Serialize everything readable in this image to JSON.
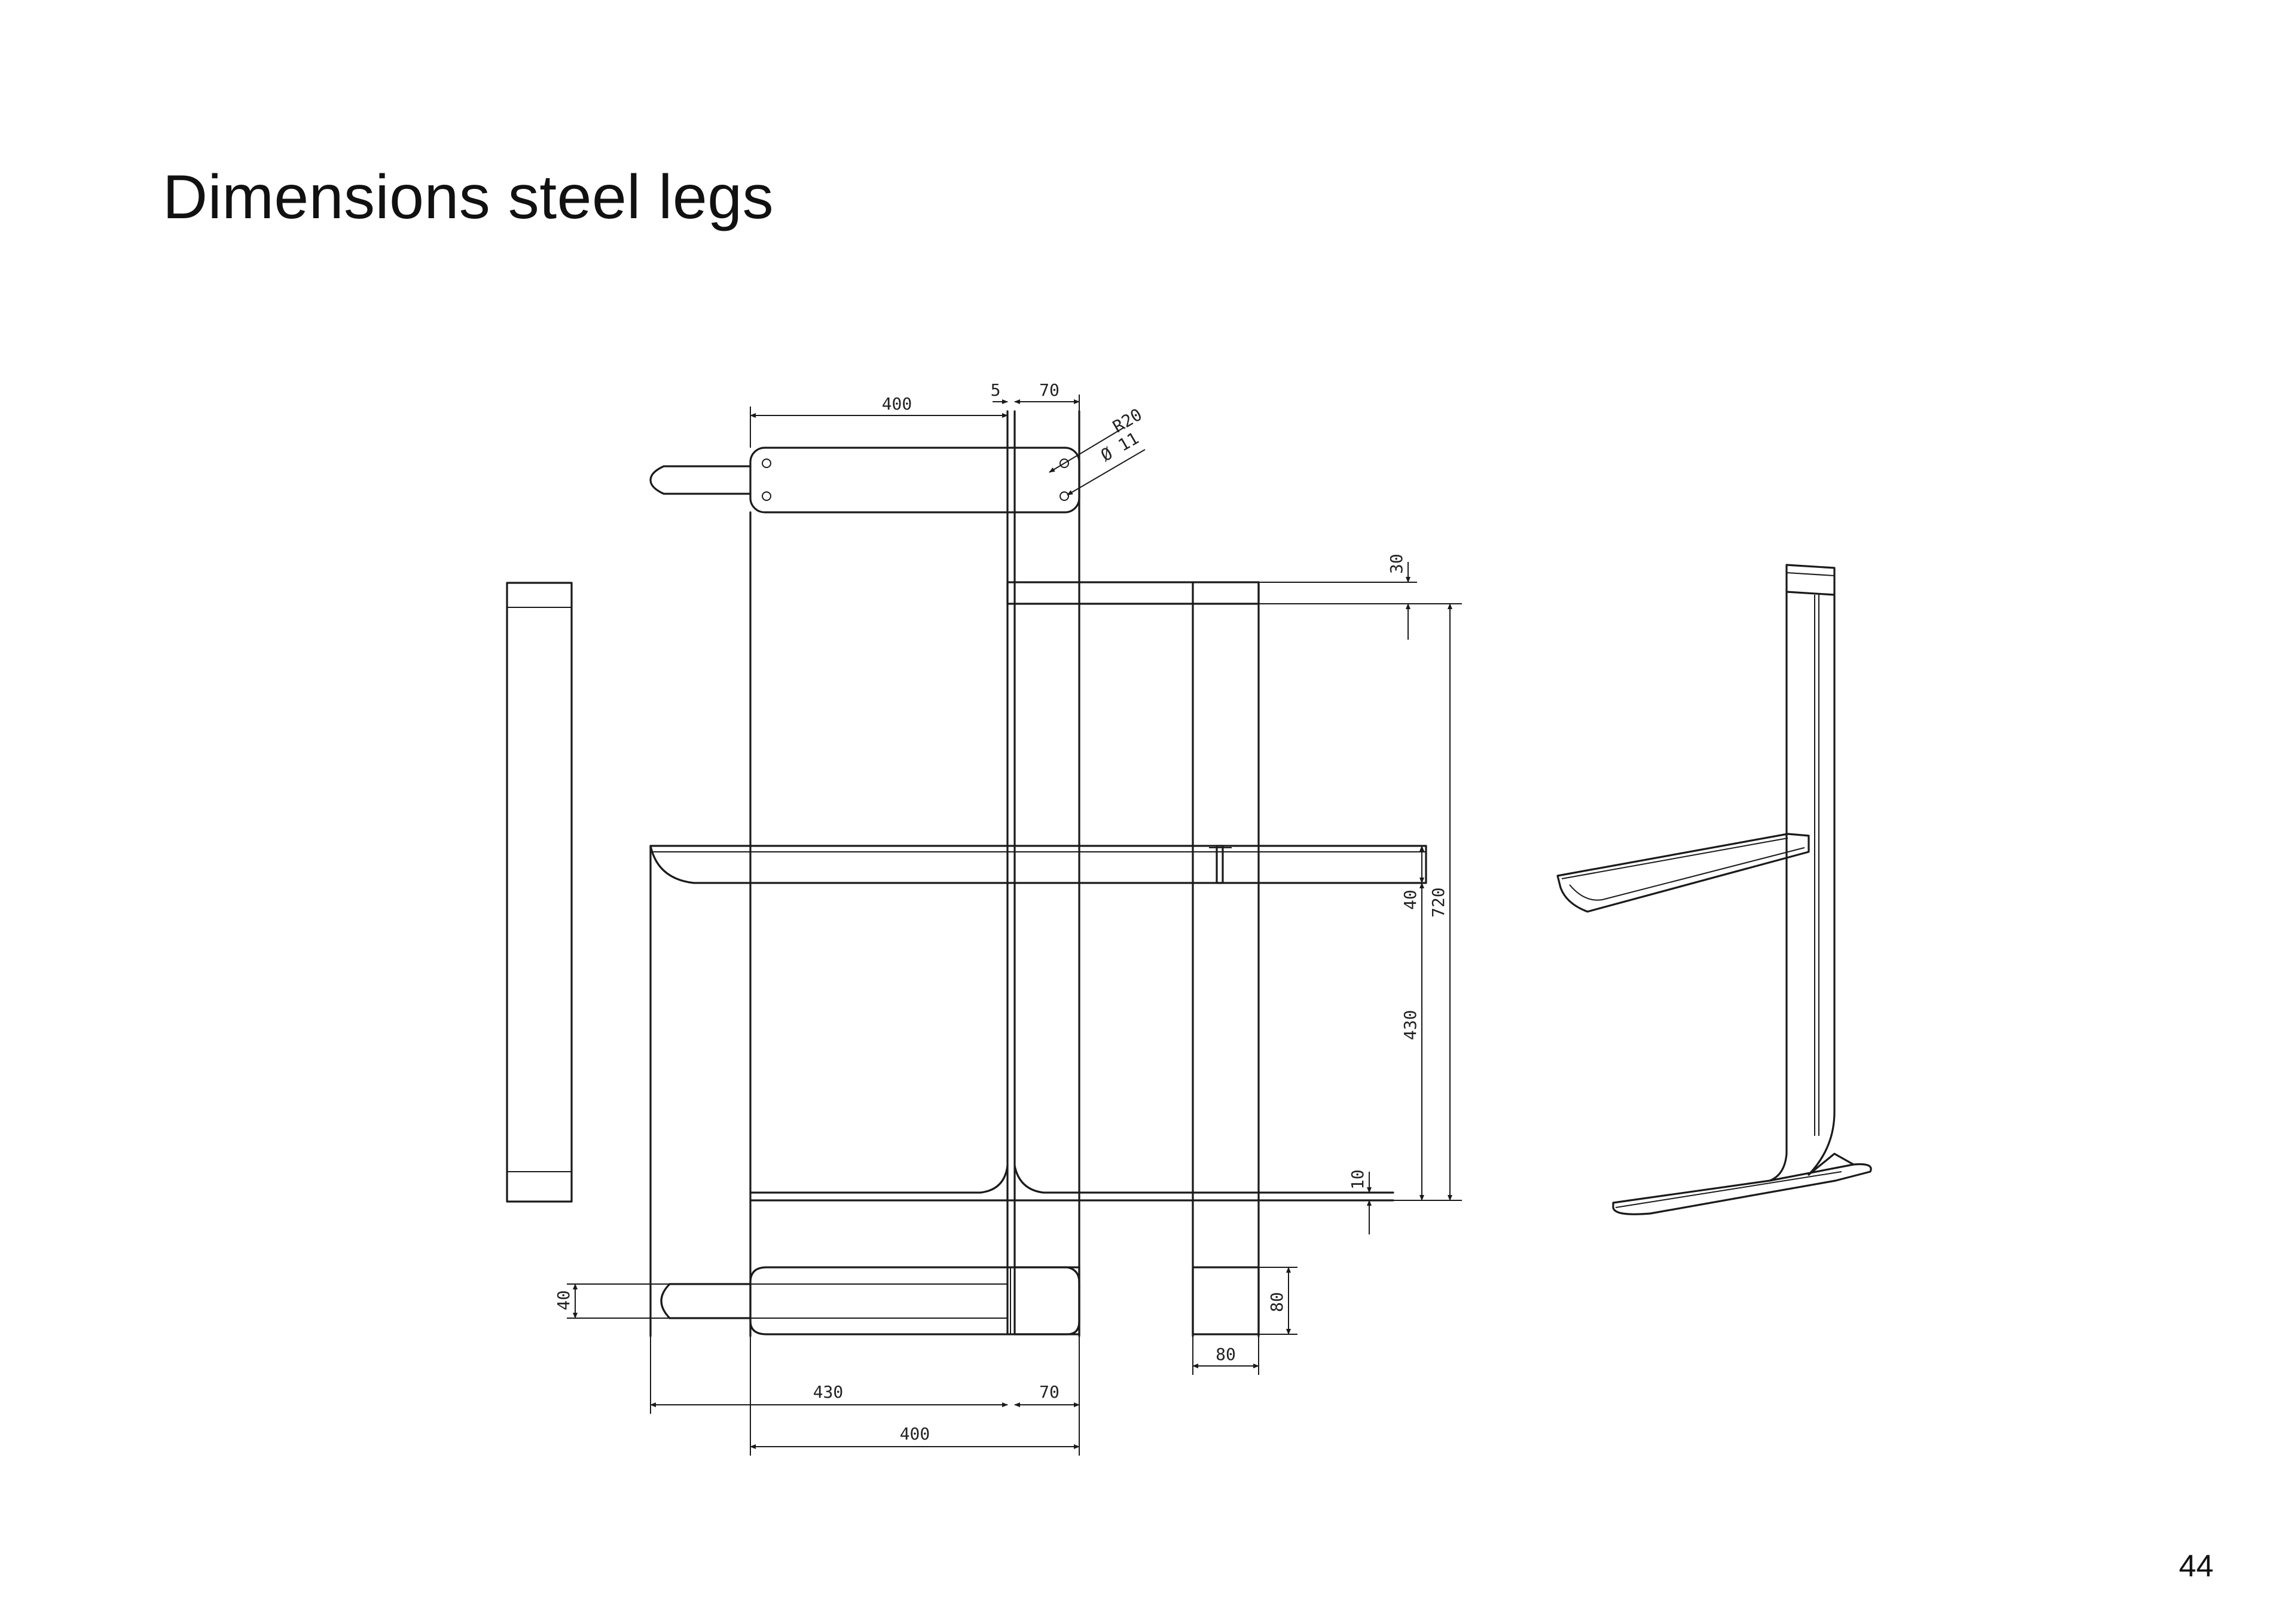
{
  "page": {
    "title": "Dimensions steel legs",
    "page_number": "44"
  },
  "drawing": {
    "dimensions": {
      "top_length": "400",
      "top_gap": "5",
      "top_width": "70",
      "radius": "R20",
      "hole_diameter": "Ø 11",
      "top_plate_height": "30",
      "total_height": "720",
      "arm_height": "40",
      "lower_height": "430",
      "foot_plate_height": "10",
      "foot_height": "80",
      "column_width": "80",
      "foot_left_height": "40",
      "bottom_span": "430",
      "bottom_width": "70",
      "bottom_length": "400"
    }
  }
}
